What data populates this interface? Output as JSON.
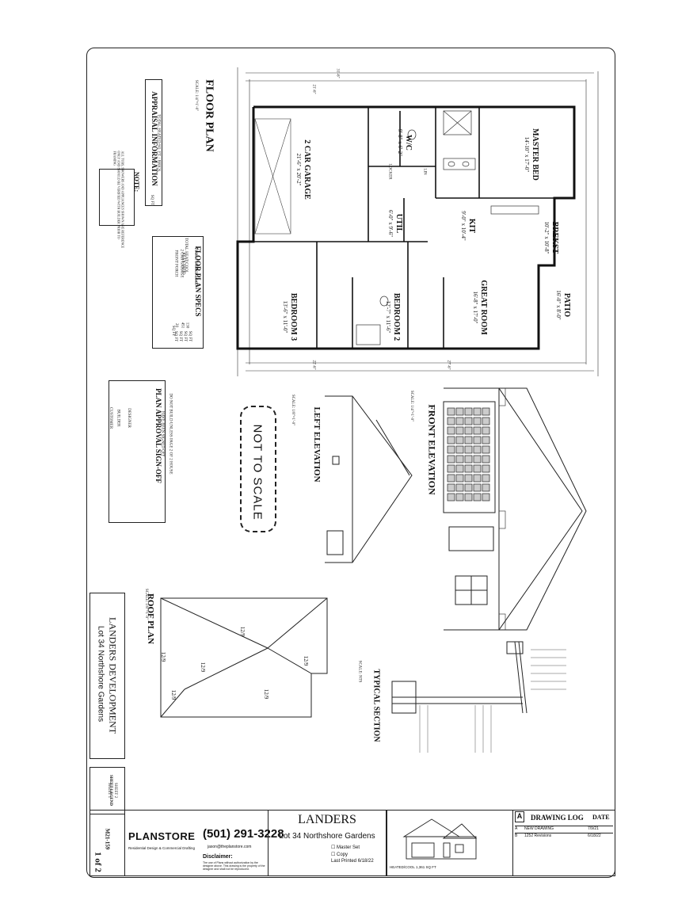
{
  "floor_plan": {
    "title": "FLOOR PLAN",
    "scale": "SCALE: 1/4\"=1'-0\"",
    "rooms": [
      {
        "name": "2 CAR GARAGE",
        "size": "21'-6\" x 20'-2\""
      },
      {
        "name": "MASTER BED",
        "size": "14'-10\" x 17'-0\""
      },
      {
        "name": "W/C",
        "size": "9'-8\" x 6'-2\""
      },
      {
        "name": "KIT",
        "size": "9'-0\" x 10'-4\""
      },
      {
        "name": "BREKST",
        "size": "10'-2\" x 10'-8\""
      },
      {
        "name": "UTIL",
        "size": "6'-0\" x 9'-6\""
      },
      {
        "name": "GREAT ROOM",
        "size": "16'-8\" x 17'-0\""
      },
      {
        "name": "PATIO",
        "size": "16'-0\" x 8'-0\""
      },
      {
        "name": "BEDROOM 2",
        "size": "12'-7\" x 11'-6\""
      },
      {
        "name": "BEDROOM 3",
        "size": "13'-6\" x 11'-0\""
      }
    ],
    "locker": "LOCKER",
    "lin": "LIN",
    "dims_top": [
      "21'-6\"",
      "31'-6\""
    ],
    "dims_bottom": [
      "22'-6\"",
      "27'-6\""
    ]
  },
  "appraisal": {
    "title": "APPRAISAL INFORMATION",
    "line": "TOTAL HEATED SQ. FT. / BRICK",
    "sqft_label": "SQ FT"
  },
  "note": {
    "title": "NOTE:",
    "text": "ALL TUBS, SHOWERS AND APPLIANCES SHOWN ARE REFERENCE ONLY AND SHOULD BE VERIFIED WITH BUILDER PRIOR TO FRAMING"
  },
  "specs": {
    "title": "FLOOR PLAN SPECS",
    "total_heat_cool": "TOTAL HEAT/COOL",
    "rows": [
      {
        "label": "FRONT PORCH",
        "value": "20",
        "unit": "SQ FT"
      },
      {
        "label": "2 CAR GARAGE",
        "value": "451",
        "unit": "SQ FT"
      },
      {
        "label": "REAR PATIO",
        "value": "130",
        "unit": "SQ FT"
      },
      {
        "label": "TOTAL UNDER ROOF",
        "value": "",
        "unit": "SQ FT"
      }
    ],
    "heat_unit": "SQ FT"
  },
  "approval": {
    "title": "PLAN APPROVAL SIGN-OFF",
    "line1": "DO NOT BUILD UNLESS PAGE 2 OF 2 HOUSE",
    "line2": "HAVE BEEN SIGNED OFF",
    "fields": [
      "DESIGNER",
      "BUILDER",
      "CUSTOMER"
    ]
  },
  "stamp": "NOT TO SCALE",
  "left_elevation": {
    "title": "LEFT ELEVATION",
    "scale": "SCALE: 1/8\"=1'-0\""
  },
  "front_elevation": {
    "title": "FRONT ELEVATION",
    "scale": "SCALE: 1/4\"=1'-0\""
  },
  "roof_plan": {
    "title": "ROOF PLAN",
    "scale": "SCALE: 1/8\"=1'-0\"",
    "pitches": [
      "12/9",
      "12/9",
      "12/9",
      "12/9",
      "12/9",
      "12/9"
    ]
  },
  "typical_section": {
    "title": "TYPICAL SECTION",
    "scale": "SCALE: NTS"
  },
  "project": {
    "developer": "LANDERS DEVELOPMENT",
    "lot": "Lot 34 Northshore Gardens"
  },
  "sheet_legend": {
    "title": "SHEET LEGEND",
    "sheet1": "SHEET 1",
    "sheet2": "SHEET 2"
  },
  "titleblock": {
    "plan_no": "M21-159",
    "sheet": "1 of 2",
    "company": "PLANSTORE",
    "tagline": "Residential Design & Commercial Drafting",
    "phone": "(501) 291-3228",
    "email": "jason@theplanstore.com",
    "disclaimer_title": "Disclaimer:",
    "disclaimer": "The use of Plans without authorization by the designer above. This drawing is the property of the designer and shall not be reproduced.",
    "project_name": "LANDERS",
    "project_lot": "Lot 34 Northshore Gardens",
    "master_set": "Master Set",
    "copy": "Copy",
    "last_printed_label": "Last Printed",
    "last_printed": "6/18/22",
    "house_stats": "HEATED/COOL 1,361 SQ FT"
  },
  "drawing_log": {
    "title": "DRAWING LOG",
    "date_label": "DATE",
    "rev_label": "A",
    "entries": [
      {
        "rev": "A",
        "desc": "NEW DRAWING",
        "date": "7/9/21"
      },
      {
        "rev": "B",
        "desc": "1252 Revisions",
        "date": "6/18/22"
      }
    ]
  }
}
